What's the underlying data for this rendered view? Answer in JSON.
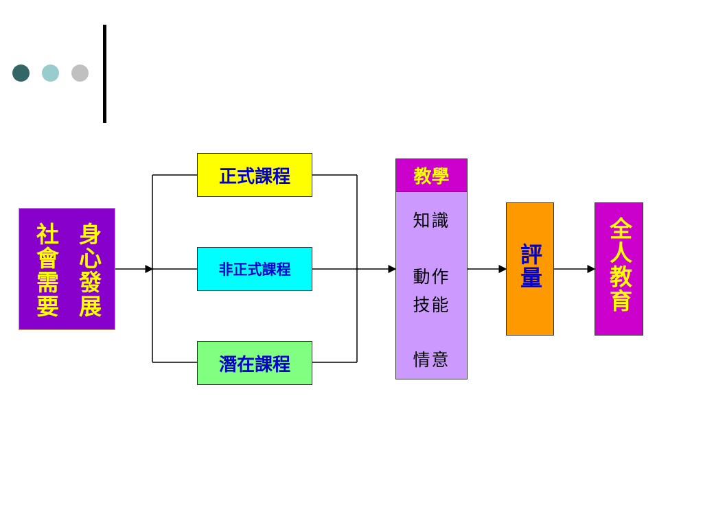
{
  "colors": {
    "dot1": "#336666",
    "dot2": "#99CCCC",
    "dot3": "#C0C0C0",
    "purple": "#8800CC",
    "yellow": "#FFFF00",
    "cyan": "#00FFFF",
    "green": "#80FF80",
    "magenta": "#CC00CC",
    "lavender": "#CC99FF",
    "orange": "#FF9900",
    "text_blue": "#0000CC"
  },
  "diagram": {
    "source": {
      "col1": "社會需要",
      "col2": "身心發展"
    },
    "curricula": {
      "formal": "正式課程",
      "informal": "非正式課程",
      "latent": "潛在課程"
    },
    "teaching": {
      "header": "教學",
      "knowledge": "知識",
      "skills_line1": "動作",
      "skills_line2": "技能",
      "affect": "情意"
    },
    "evaluation": "評量",
    "outcome": "全人教育"
  }
}
